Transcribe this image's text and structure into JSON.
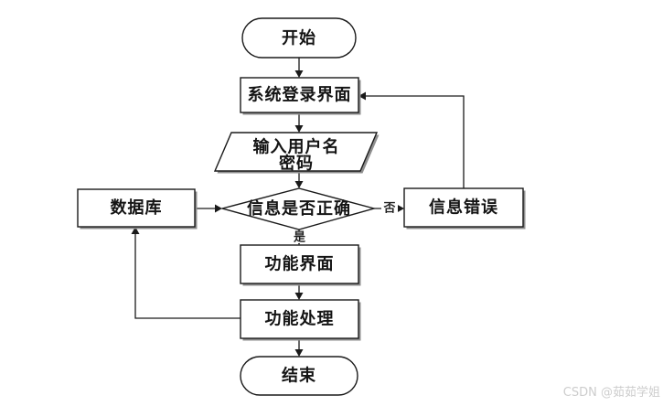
{
  "watermark": {
    "text": "CSDN @茹茹学姐"
  },
  "flowchart": {
    "nodes": {
      "start": {
        "label": "开始",
        "shape": "terminator"
      },
      "login": {
        "label": "系统登录界面",
        "shape": "process"
      },
      "input": {
        "line1": "输入用户名",
        "line2": "密码",
        "shape": "io"
      },
      "decision": {
        "label": "信息是否正确",
        "shape": "decision"
      },
      "database": {
        "label": "数据库",
        "shape": "process"
      },
      "error": {
        "label": "信息错误",
        "shape": "process"
      },
      "function_ui": {
        "label": "功能界面",
        "shape": "process"
      },
      "function_process": {
        "label": "功能处理",
        "shape": "process"
      },
      "end": {
        "label": "结束",
        "shape": "terminator"
      }
    },
    "edge_labels": {
      "yes": "是",
      "no": "否"
    },
    "colors": {
      "line": "#1a1a1a",
      "shape_fill": "#ffffff",
      "shape_shadow": "#8f8f8f",
      "text": "#141414",
      "watermark": "#cdcdcd",
      "background": "#ffffff"
    }
  }
}
